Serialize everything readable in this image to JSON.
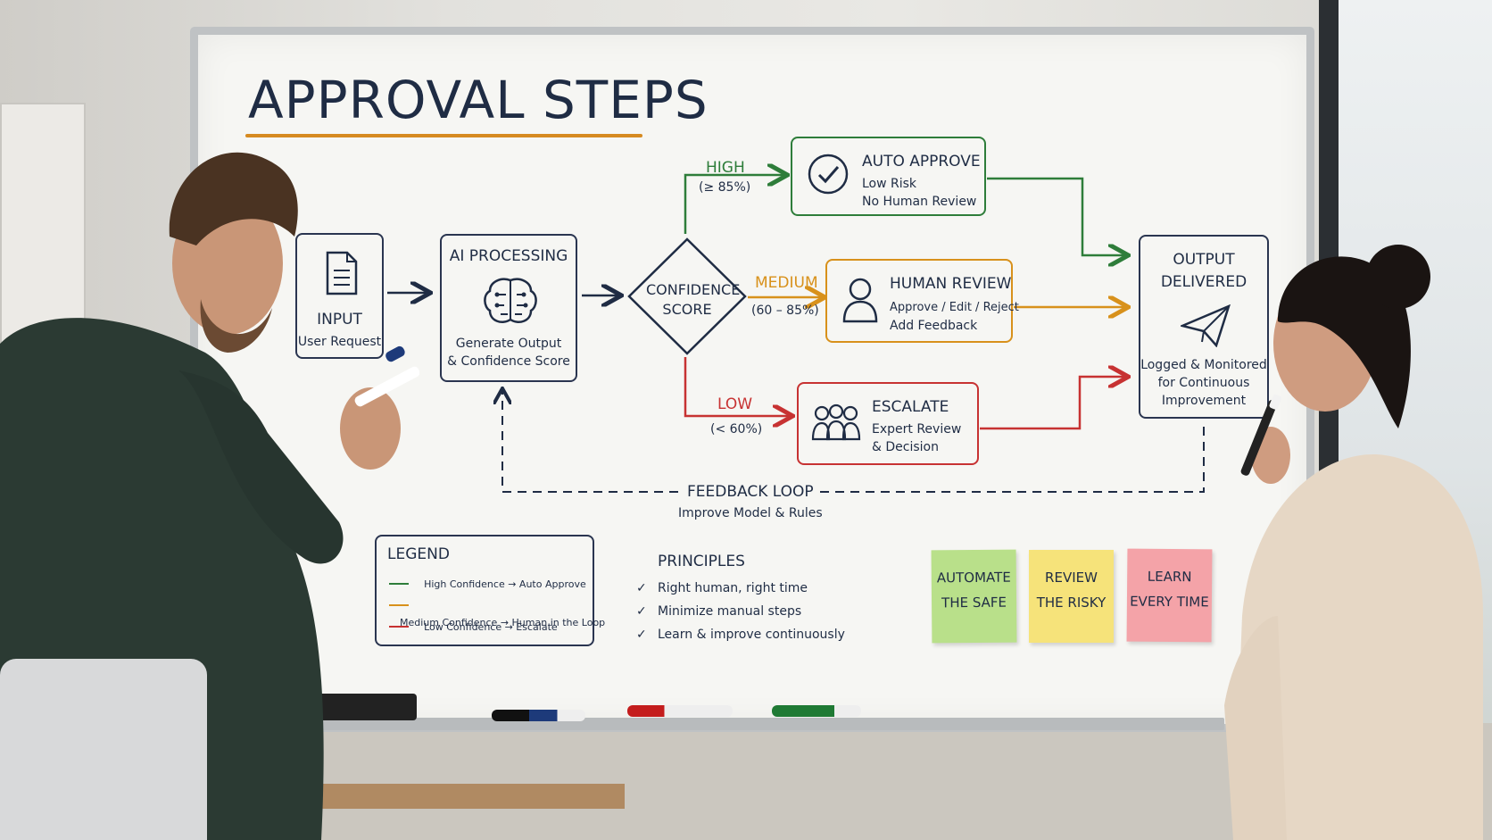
{
  "board": {
    "title": "APPROVAL STEPS",
    "input": {
      "label": "INPUT",
      "sub": "User Request"
    },
    "ai": {
      "label": "AI PROCESSING",
      "sub1": "Generate Output",
      "sub2": "& Confidence Score"
    },
    "confidence": {
      "line1": "CONFIDENCE",
      "line2": "SCORE"
    },
    "high": {
      "label": "HIGH",
      "range": "(≥ 85%)"
    },
    "medium": {
      "label": "MEDIUM",
      "range": "(60 – 85%)"
    },
    "low": {
      "label": "LOW",
      "range": "(< 60%)"
    },
    "auto": {
      "label": "AUTO APPROVE",
      "sub1": "Low Risk",
      "sub2": "No Human Review"
    },
    "human": {
      "label": "HUMAN REVIEW",
      "sub1": "Approve / Edit / Reject",
      "sub2": "Add Feedback"
    },
    "escalate": {
      "label": "ESCALATE",
      "sub1": "Expert Review",
      "sub2": "& Decision"
    },
    "output": {
      "line1": "OUTPUT",
      "line2": "DELIVERED",
      "sub1": "Logged & Monitored",
      "sub2": "for Continuous",
      "sub3": "Improvement"
    },
    "feedback": {
      "label": "FEEDBACK LOOP",
      "sub": "Improve Model & Rules"
    },
    "legend": {
      "title": "LEGEND",
      "items": [
        {
          "text": "High Confidence → Auto Approve",
          "color": "#2e7d3a"
        },
        {
          "text": "Medium Confidence → Human in the Loop",
          "color": "#d8911b"
        },
        {
          "text": "Low Confidence → Escalate",
          "color": "#c73232"
        }
      ]
    },
    "principles": {
      "title": "PRINCIPLES",
      "items": [
        "Right human, right time",
        "Minimize manual steps",
        "Learn & improve continuously"
      ]
    },
    "stickies": [
      {
        "line1": "AUTOMATE",
        "line2": "THE SAFE",
        "color": "#b9e08a"
      },
      {
        "line1": "REVIEW",
        "line2": "THE RISKY",
        "color": "#f6e37a"
      },
      {
        "line1": "LEARN",
        "line2": "EVERY TIME",
        "color": "#f4a3a8"
      }
    ]
  },
  "icons": [
    "document-icon",
    "brain-icon",
    "check-circle-icon",
    "person-icon",
    "group-icon",
    "paper-plane-icon"
  ],
  "colors": {
    "ink": "#1f2c44",
    "high": "#2e7d3a",
    "medium": "#d8911b",
    "low": "#c73232"
  }
}
